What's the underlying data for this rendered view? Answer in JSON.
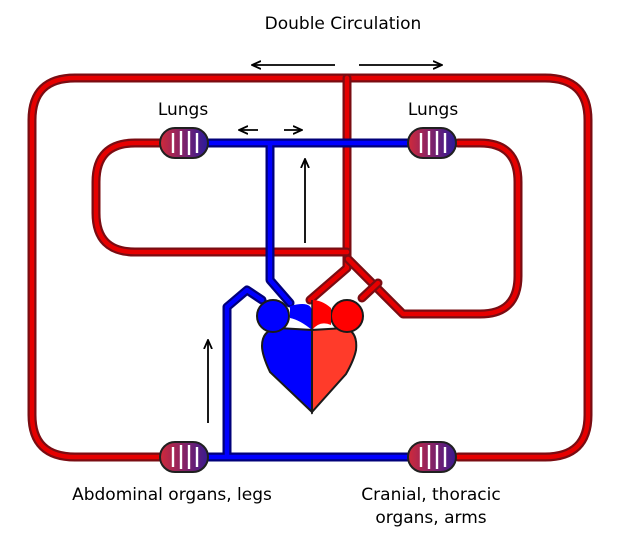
{
  "title": "Double Circulation",
  "labels": {
    "lungs_left": "Lungs",
    "lungs_right": "Lungs",
    "bottom_left": "Abdominal organs, legs",
    "bottom_right_line1": "Cranial, thoracic",
    "bottom_right_line2": "organs, arms"
  },
  "colors": {
    "oxygenated": "#e60000",
    "oxygenated_outline": "#8a0a10",
    "deoxygenated": "#0000ff",
    "deoxygenated_outline": "#00007a",
    "capillary_left": "#c8326a",
    "capillary_right": "#3c1a8c",
    "heart_right_ventricle_red": "#ff3b2a",
    "arrow": "#000000"
  },
  "icons": {
    "capillary_bed": "capillary-bed-icon",
    "heart": "heart-icon",
    "flow_arrow": "arrow-icon"
  }
}
